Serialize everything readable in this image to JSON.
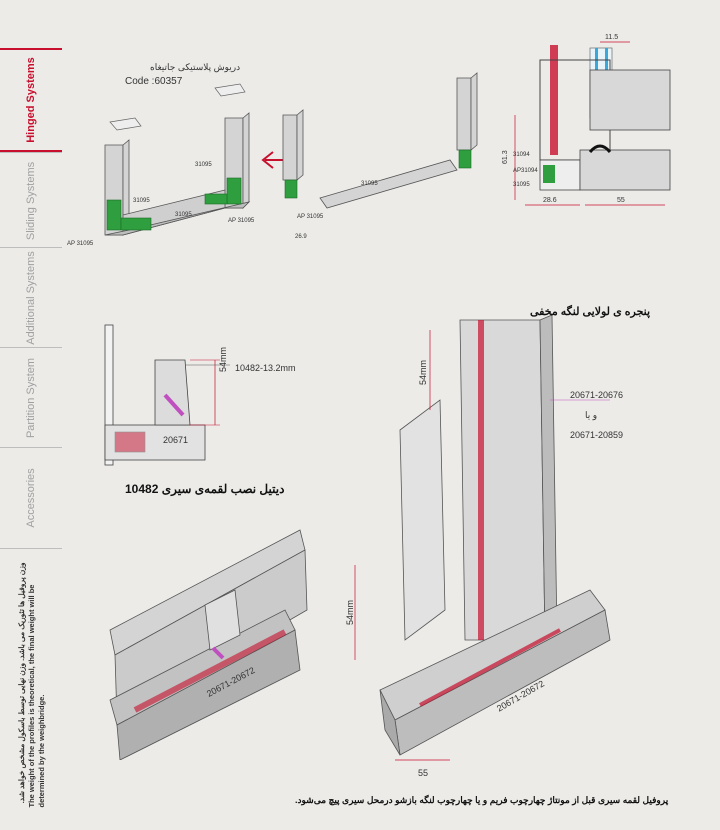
{
  "sidebar": {
    "tabs": [
      {
        "label": "Hinged Systems",
        "active": true
      },
      {
        "label": "Sliding Systems",
        "active": false
      },
      {
        "label": "Additional Systems",
        "active": false
      },
      {
        "label": "Partition System",
        "active": false
      },
      {
        "label": "Accessories",
        "active": false
      }
    ],
    "note_fa": "وزن پروفیل ها تئوریک می باشد. وزن نهایی توسط باسکول مشخص خواهد شد.",
    "note_en": "The weight of the profiles is theoretical, the final weight will be determined by the weighbridge."
  },
  "top_left": {
    "caption_fa": "دریوش پلاستیکی جاتیغاه",
    "code": "Code :60357",
    "labels": [
      "31095",
      "AP 31095",
      "AP 31095",
      "31095",
      "31095",
      "31095",
      "AP 31095",
      "26.9"
    ]
  },
  "top_right": {
    "dims": {
      "top": "11.5",
      "height": "61.3",
      "left_bottom": "28.6",
      "right_bottom": "55"
    },
    "labels": [
      "31094",
      "AP31094",
      "31095"
    ]
  },
  "mid_left": {
    "callout_code": "10482-13.2mm",
    "dim": "54mm",
    "profile_code": "20671",
    "caption_fa": "دیتیل نصب لقمه‌ی سیری",
    "caption_code": "10482"
  },
  "mid_right": {
    "title_fa": "پنجره ی لولایی لنگه مخفی",
    "dim": "54mm",
    "codes": [
      "20671-20676",
      "20671-20859"
    ],
    "or_fa": "و یا"
  },
  "bottom_left": {
    "code": "20671-20672"
  },
  "bottom_right": {
    "code": "20671-20672",
    "dim_side": "54mm",
    "dim_bottom": "55"
  },
  "footer_fa": "پروفیل لقمه سیری قبل از مونتاژ چهارچوب فریم و یا چهارچوب لنگه بازشو درمحل سیری پیچ می‌شود.",
  "colors": {
    "accent_red": "#c8102e",
    "green": "#2e9e3e",
    "profile_grey": "#b8b8b8",
    "magenta": "#c050c0"
  }
}
